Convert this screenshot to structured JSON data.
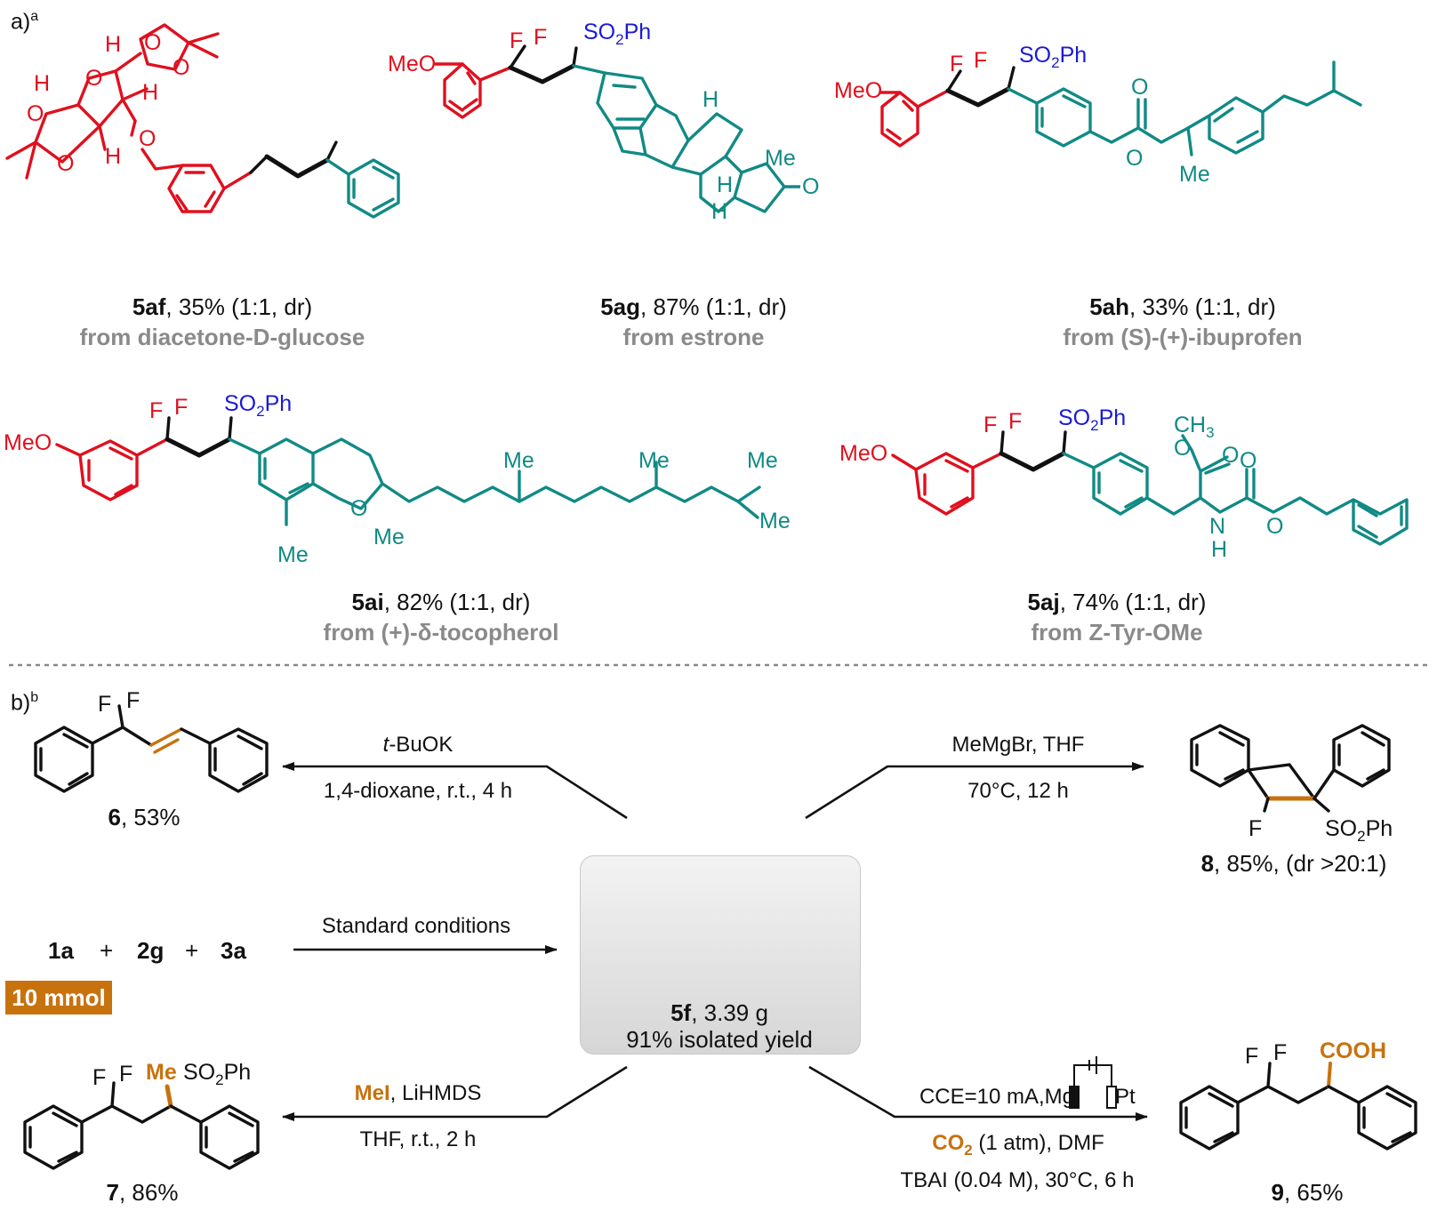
{
  "panel_labels": {
    "a": "a)",
    "a_note": "a",
    "b": "b)",
    "b_note": "b"
  },
  "colors": {
    "red": "#e0101e",
    "teal": "#118a85",
    "blue": "#1a1ad6",
    "orange": "#c8720e",
    "grey": "#8a8a8a"
  },
  "compounds": {
    "5af": {
      "id": "5af",
      "yield": ", 35% (1:1, dr)",
      "source": "from diacetone-D-glucose"
    },
    "5ag": {
      "id": "5ag",
      "yield": ", 87% (1:1, dr)",
      "source": "from estrone"
    },
    "5ah": {
      "id": "5ah",
      "yield": ", 33% (1:1, dr)",
      "source": "from (S)-(+)-ibuprofen"
    },
    "5ai": {
      "id": "5ai",
      "yield": ", 82% (1:1, dr)",
      "source": "from (+)-δ-tocopherol"
    },
    "5aj": {
      "id": "5aj",
      "yield": ",  74% (1:1, dr)",
      "source": "from Z-Tyr-OMe"
    }
  },
  "atoms": {
    "F": "F",
    "SO2Ph_pre": "SO",
    "SO2Ph_sub": "2",
    "SO2Ph_post": "Ph",
    "MeO": "MeO",
    "Me": "Me",
    "O": "O",
    "H": "H",
    "N": "N",
    "CH3_pre": "CH",
    "CH3_sub": "3",
    "COOH": "COOH"
  },
  "scheme_b": {
    "reagents": [
      "1a",
      "+",
      "2g",
      "+",
      "3a"
    ],
    "scale": "10 mmol",
    "standard_conditions": "Standard conditions",
    "center": {
      "id": "5f",
      "mass": ", 3.39 g",
      "yield": "91% isolated yield"
    },
    "to6": {
      "reagent_pre": "t",
      "reagent_post": "-BuOK",
      "conditions": "1,4-dioxane, r.t., 4 h",
      "label_id": "6",
      "label_yield": ", 53%"
    },
    "to8": {
      "reagent": "MeMgBr, THF",
      "conditions": "70°C, 12 h",
      "label_id": "8",
      "label_yield": ", 85%, (dr >20:1)"
    },
    "to7": {
      "reagent_hl": "MeI",
      "reagent_rest": ", LiHMDS",
      "conditions": "THF, r.t., 2 h",
      "label_id": "7",
      "label_yield": ", 86%"
    },
    "to9": {
      "line1": "CCE=10 mA,Mg",
      "line1_pt": "Pt",
      "co2_pre": "CO",
      "co2_sub": "2",
      "line2_rest": " (1 atm), DMF",
      "line3": "TBAI (0.04 M), 30°C, 6 h",
      "label_id": "9",
      "label_yield": ",  65%"
    }
  }
}
